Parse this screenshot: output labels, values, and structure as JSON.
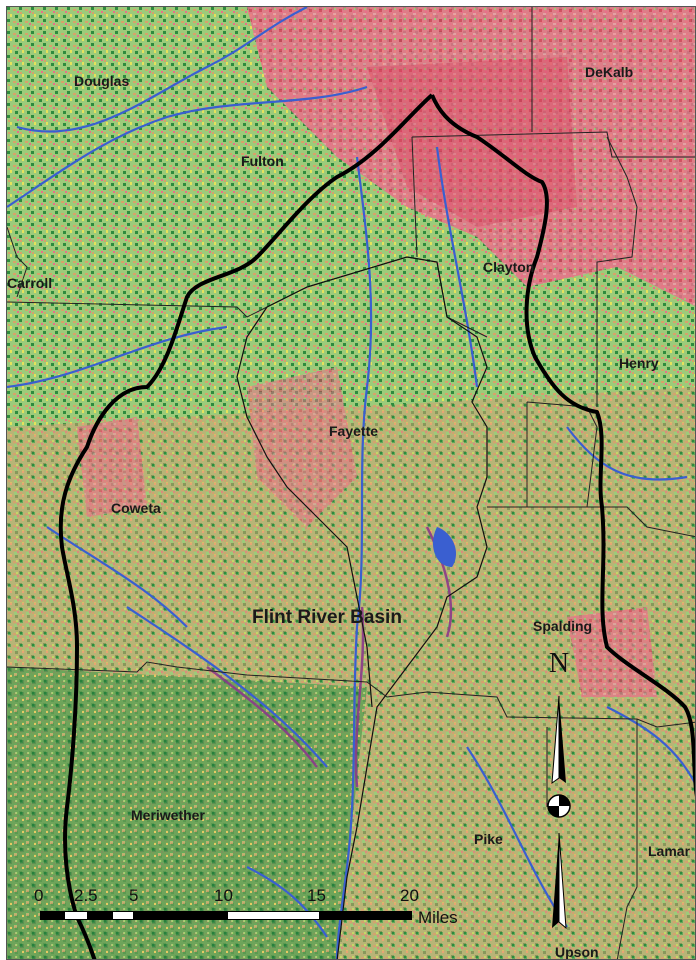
{
  "counties": [
    {
      "name": "Douglas",
      "key": "douglas"
    },
    {
      "name": "DeKalb",
      "key": "dekalb"
    },
    {
      "name": "Fulton",
      "key": "fulton"
    },
    {
      "name": "Carroll",
      "key": "carroll"
    },
    {
      "name": "Clayton",
      "key": "clayton"
    },
    {
      "name": "Henry",
      "key": "henry"
    },
    {
      "name": "Fayette",
      "key": "fayette"
    },
    {
      "name": "Coweta",
      "key": "coweta"
    },
    {
      "name": "Spalding",
      "key": "spalding"
    },
    {
      "name": "Meriwether",
      "key": "meriwether"
    },
    {
      "name": "Pike",
      "key": "pike"
    },
    {
      "name": "Lamar",
      "key": "lamar"
    },
    {
      "name": "Upson",
      "key": "upson"
    }
  ],
  "basin_label": "Flint River Basin",
  "scale": {
    "ticks": [
      "0",
      "2.5",
      "5",
      "10",
      "15",
      "20"
    ],
    "unit": "Miles"
  },
  "north_label": "N",
  "colors": {
    "urban": "#e8708a",
    "dense_urban": "#d83e5e",
    "forest": "#2e8b3e",
    "grass": "#9ccb7a",
    "agriculture": "#d7a26a",
    "pasture": "#e6e35a",
    "water": "#3a5fd0",
    "wetland": "#8a3a8a",
    "basin_outline": "#000000"
  }
}
